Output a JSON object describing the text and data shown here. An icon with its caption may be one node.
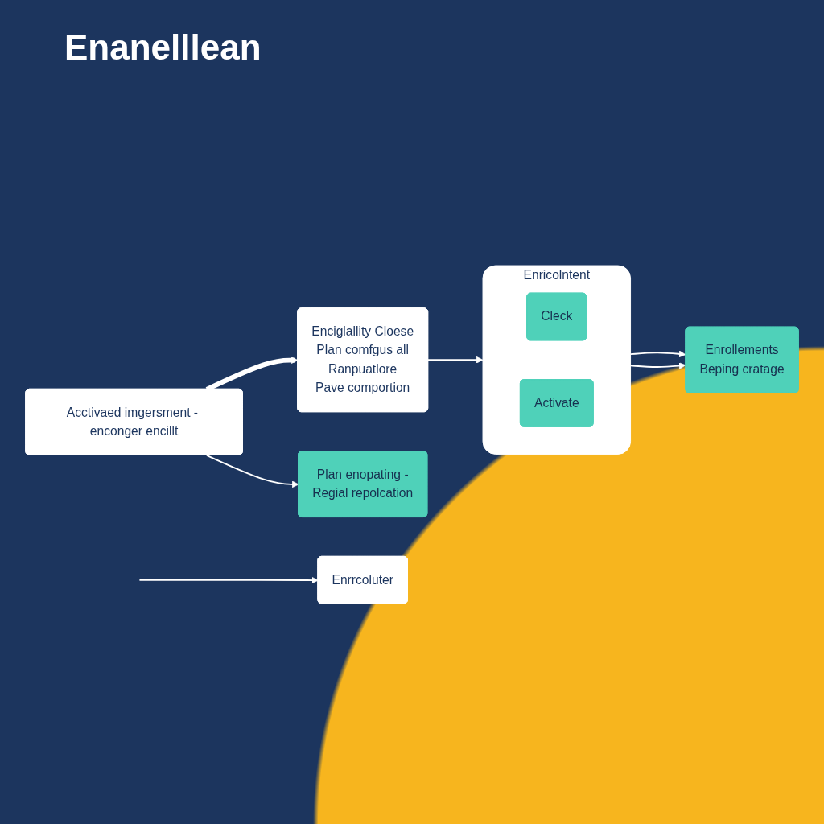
{
  "diagram": {
    "title": "Enanelllean",
    "nodes": [
      {
        "text": [
          "Enciglallity Cloese",
          "Plan comfgus all",
          "Ranpuatlore",
          "Pave comportion"
        ]
      },
      {
        "text": [
          "Enricolntent"
        ]
      },
      {
        "text": [
          "Cleck"
        ],
        "in": 1
      },
      {
        "text": [
          "Activate"
        ],
        "in": 1
      },
      {
        "text": [
          "Enrollements",
          "Beping cratage"
        ]
      },
      {
        "text": [
          "Acctivaed imgersment - enconger encillt"
        ]
      },
      {
        "text": [
          "Plan enopating -",
          "Regial repolcation"
        ]
      },
      {
        "text": [
          "Enrrcoluter"
        ]
      }
    ],
    "edges": [
      {
        "from": 0,
        "to": 1,
        "arrow": "to"
      },
      {
        "from": 1,
        "to": 4,
        "arrow": "to"
      },
      {
        "from": 1,
        "to": 4,
        "arrow": "to"
      },
      {
        "from": 5,
        "to": 0,
        "arrow": "to",
        "style": "thick"
      },
      {
        "from": 5,
        "to": 6,
        "arrow": "to"
      },
      {
        "from": null,
        "to": 7,
        "arrow": "to"
      }
    ]
  }
}
